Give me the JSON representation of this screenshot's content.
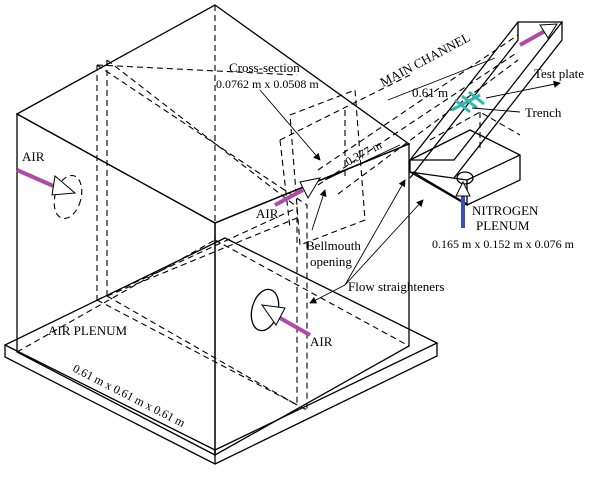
{
  "labels": {
    "main_channel": "MAIN CHANNEL",
    "main_channel_len": "0.61 m",
    "cross_section": "Cross-section",
    "cross_section_dims": "0.0762 m x 0.0508 m",
    "test_plate": "Test plate",
    "trench": "Trench",
    "inner_len": "0.377 m",
    "air_left": "AIR",
    "air_mid": "AIR",
    "air_front": "AIR",
    "nitrogen_1": "NITROGEN",
    "nitrogen_2": "PLENUM",
    "nitrogen_dims": "0.165 m x 0.152 m x 0.076 m",
    "bellmouth_1": "Bellmouth",
    "bellmouth_2": "opening",
    "flow_straighteners": "Flow straighteners",
    "air_plenum": "AIR PLENUM",
    "plenum_dims": "0.61 m x 0.61 m x 0.61 m"
  },
  "colors": {
    "air_arrow": "#b04aa6",
    "nitrogen_arrow": "#3b4fb8",
    "test_plate": "#2fb7b0"
  }
}
